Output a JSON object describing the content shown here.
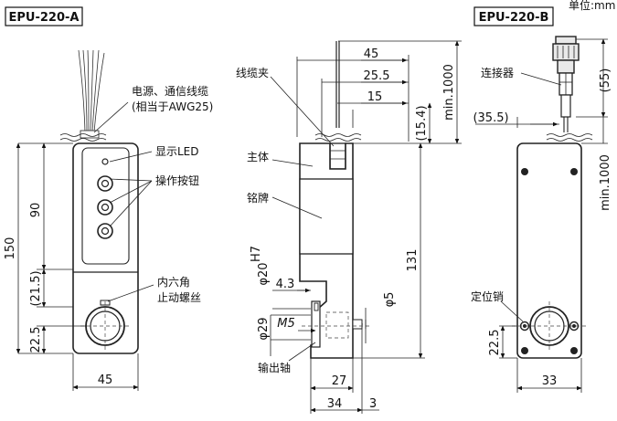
{
  "header": {
    "model_a": "EPU-220-A",
    "model_b": "EPU-220-B",
    "unit": "单位:mm"
  },
  "view_a": {
    "label_wires": "电源、通信线缆",
    "label_awg": "(相当于AWG25)",
    "label_led": "显示LED",
    "label_buttons": "操作按钮",
    "label_hex1": "内六角",
    "label_hex2": "止动螺丝",
    "dim_90": "90",
    "dim_150": "150",
    "dim_21_5": "(21.5)",
    "dim_22_5": "22.5",
    "dim_45": "45"
  },
  "view_side": {
    "label_clamp": "线缆夹",
    "label_body": "主体",
    "label_plate": "铭牌",
    "label_shaft": "输出轴",
    "dim_45": "45",
    "dim_25_5": "25.5",
    "dim_15": "15",
    "dim_15_4": "(15.4)",
    "dim_min1000": "min.1000",
    "dim_131": "131",
    "dim_phi20": "φ20",
    "dim_phi20_tol": "H7",
    "dim_4_3": "4.3",
    "dim_m5": "M5",
    "dim_phi29": "φ29",
    "dim_phi5": "φ5",
    "dim_27": "27",
    "dim_34": "34",
    "dim_3": "3"
  },
  "view_b": {
    "label_connector": "连接器",
    "label_pin": "定位销",
    "dim_55": "(55)",
    "dim_35_5": "(35.5)",
    "dim_min1000": "min.1000",
    "dim_22_5": "22.5",
    "dim_33": "33"
  }
}
